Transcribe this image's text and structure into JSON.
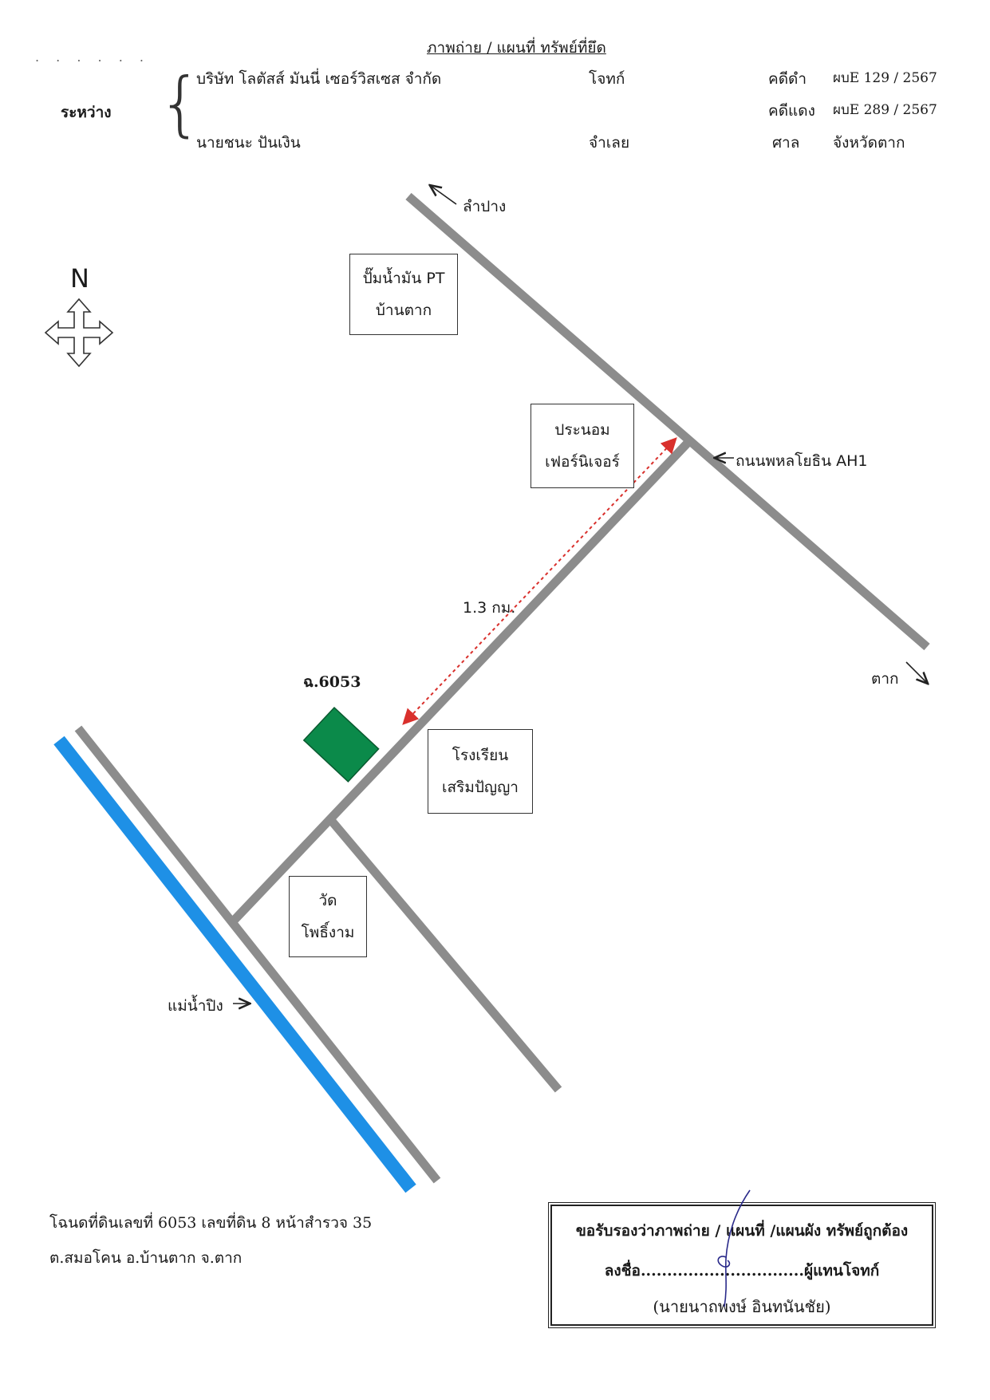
{
  "header": {
    "title": "ภาพถ่าย / แผนที่ ทรัพย์ที่ยึด",
    "between_label": "ระหว่าง",
    "plaintiff_name": "บริษัท โลตัสส์ มันนี่ เซอร์วิสเซส จำกัด",
    "plaintiff_role": "โจทก์",
    "defendant_name": "นายชนะ ปันเงิน",
    "defendant_role": "จำเลย",
    "black_case_label": "คดีดำ",
    "black_case_no": "ผบE 129 / 2567",
    "red_case_label": "คดีแดง",
    "red_case_no": "ผบE 289 / 2567",
    "court_label": "ศาล",
    "court_name": "จังหวัดตาก"
  },
  "compass": {
    "label": "N",
    "icon": "compass-arrows-icon"
  },
  "map": {
    "to_lampang": "ลำปาง",
    "to_tak": "ตาก",
    "highway_label": "ถนนพหลโยธิน AH1",
    "distance_label": "1.3 กม.",
    "plot_label": "ฉ.6053",
    "river_label": "แม่น้ำปิง",
    "landmarks": {
      "pt_station": [
        "ปั๊มน้ำมัน PT",
        "บ้านตาก"
      ],
      "furniture": [
        "ประนอม",
        "เฟอร์นิเจอร์"
      ],
      "school": [
        "โรงเรียน",
        "เสริมปัญญา"
      ],
      "temple": [
        "วัด",
        "โพธิ์งาม"
      ]
    },
    "colors": {
      "road": "#8c8c8c",
      "river": "#1e90e6",
      "plot": "#0b8a4a",
      "distance_line": "#d9302c"
    }
  },
  "deed": {
    "line1": "โฉนดที่ดินเลขที่ 6053 เลขที่ดิน 8  หน้าสำรวจ 35",
    "line2": "ต.สมอโคน อ.บ้านตาก จ.ตาก"
  },
  "certification": {
    "statement": "ขอรับรองว่าภาพถ่าย / แผนที่ /แผนผัง ทรัพย์ถูกต้อง",
    "sign_line": "ลงชื่อ...............................ผู้แทนโจทก์",
    "signer": "(นายนาถพงษ์ อินทนันชัย)"
  }
}
